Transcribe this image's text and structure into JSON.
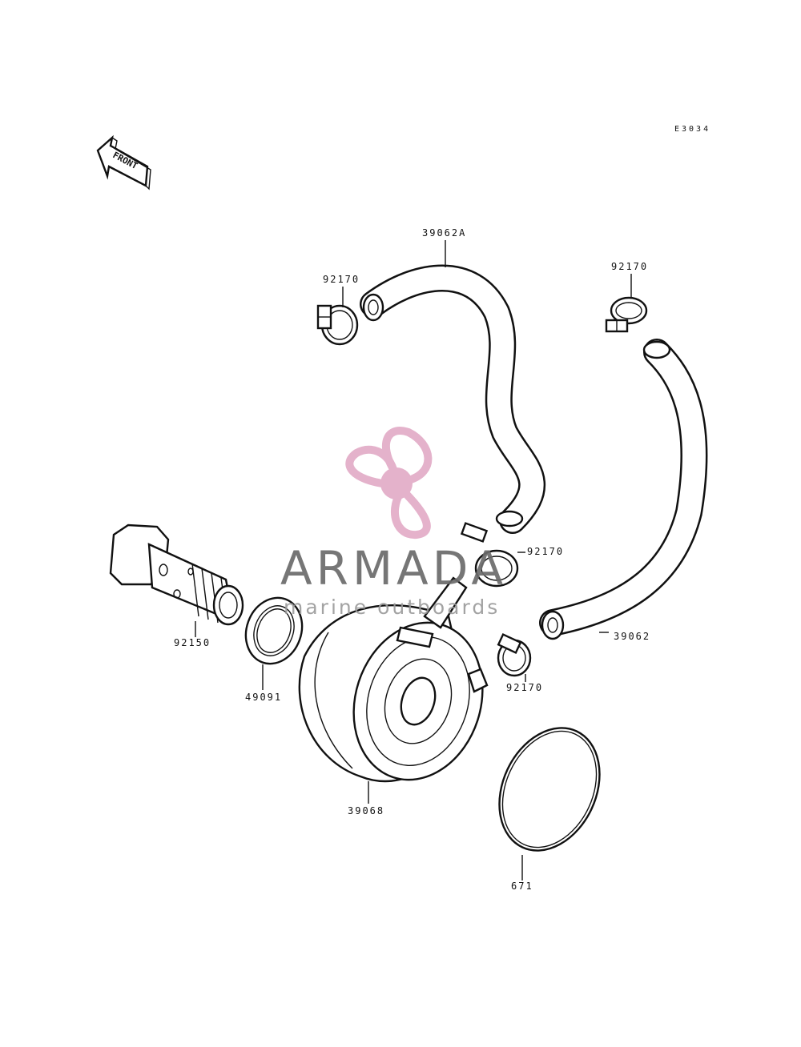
{
  "diagram_code": "E3034",
  "front_arrow_text": "FRONT",
  "parts": {
    "hose_a": "39062A",
    "clamp_top_left": "92170",
    "clamp_top_right": "92170",
    "clamp_mid_upper": "92170",
    "clamp_mid_lower": "92170",
    "hose_b": "39062",
    "bolt": "92150",
    "gasket": "49091",
    "cooler": "39068",
    "oring": "671"
  },
  "watermark": {
    "title": "ARMADA",
    "subtitle": "marine outboards",
    "logo_color": "#e0a5c2"
  }
}
